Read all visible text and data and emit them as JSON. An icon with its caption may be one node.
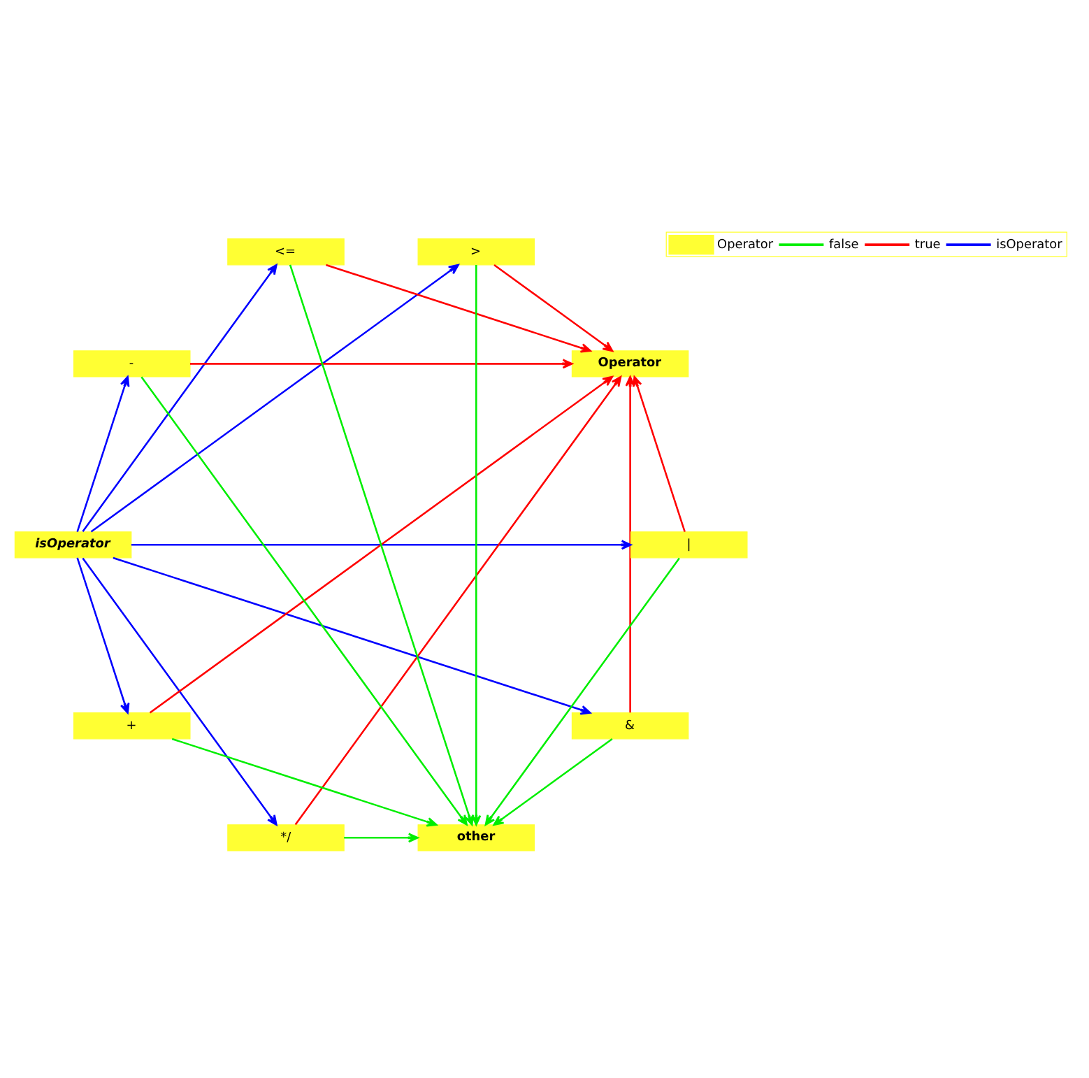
{
  "diagram": {
    "nodes": [
      {
        "text": [
          "&"
        ]
      },
      {
        "text": [
          "isOperator"
        ]
      },
      {
        "text": [
          "*/"
        ]
      },
      {
        "text": [
          "Operator"
        ]
      },
      {
        "text": [
          "+"
        ]
      },
      {
        "text": [
          "|"
        ]
      },
      {
        "text": [
          "-"
        ]
      },
      {
        "text": [
          "other"
        ]
      },
      {
        "text": [
          "<="
        ]
      },
      {
        "text": [
          ">"
        ]
      }
    ],
    "edges": [
      {
        "from": 0,
        "to": 7,
        "arrow": "to",
        "color": "#00ee00"
      },
      {
        "from": 2,
        "to": 7,
        "arrow": "to",
        "color": "#00ee00"
      },
      {
        "from": 4,
        "to": 7,
        "arrow": "to",
        "color": "#00ee00"
      },
      {
        "from": 6,
        "to": 7,
        "arrow": "to",
        "color": "#00ee00"
      },
      {
        "from": 5,
        "to": 7,
        "arrow": "to",
        "color": "#00ee00"
      },
      {
        "from": 8,
        "to": 7,
        "arrow": "to",
        "color": "#00ee00"
      },
      {
        "from": 9,
        "to": 7,
        "arrow": "to",
        "color": "#00ee00"
      },
      {
        "from": 0,
        "to": 3,
        "arrow": "to",
        "color": "#ff0000"
      },
      {
        "from": 2,
        "to": 3,
        "arrow": "to",
        "color": "#ff0000"
      },
      {
        "from": 4,
        "to": 3,
        "arrow": "to",
        "color": "#ff0000"
      },
      {
        "from": 6,
        "to": 3,
        "arrow": "to",
        "color": "#ff0000"
      },
      {
        "from": 5,
        "to": 3,
        "arrow": "to",
        "color": "#ff0000"
      },
      {
        "from": 8,
        "to": 3,
        "arrow": "to",
        "color": "#ff0000"
      },
      {
        "from": 9,
        "to": 3,
        "arrow": "to",
        "color": "#ff0000"
      },
      {
        "from": 1,
        "to": 0,
        "arrow": "to",
        "color": "#0000ff"
      },
      {
        "from": 1,
        "to": 2,
        "arrow": "to",
        "color": "#0000ff"
      },
      {
        "from": 1,
        "to": 4,
        "arrow": "to",
        "color": "#0000ff"
      },
      {
        "from": 1,
        "to": 6,
        "arrow": "to",
        "color": "#0000ff"
      },
      {
        "from": 1,
        "to": 5,
        "arrow": "to",
        "color": "#0000ff"
      },
      {
        "from": 1,
        "to": 8,
        "arrow": "to",
        "color": "#0000ff"
      },
      {
        "from": 1,
        "to": 9,
        "arrow": "to",
        "color": "#0000ff"
      }
    ],
    "legend": [
      {
        "text": "Operator",
        "color": "#ffff33"
      },
      {
        "text": "false"
      },
      {
        "text": "true"
      },
      {
        "text": "isOperator"
      }
    ]
  }
}
